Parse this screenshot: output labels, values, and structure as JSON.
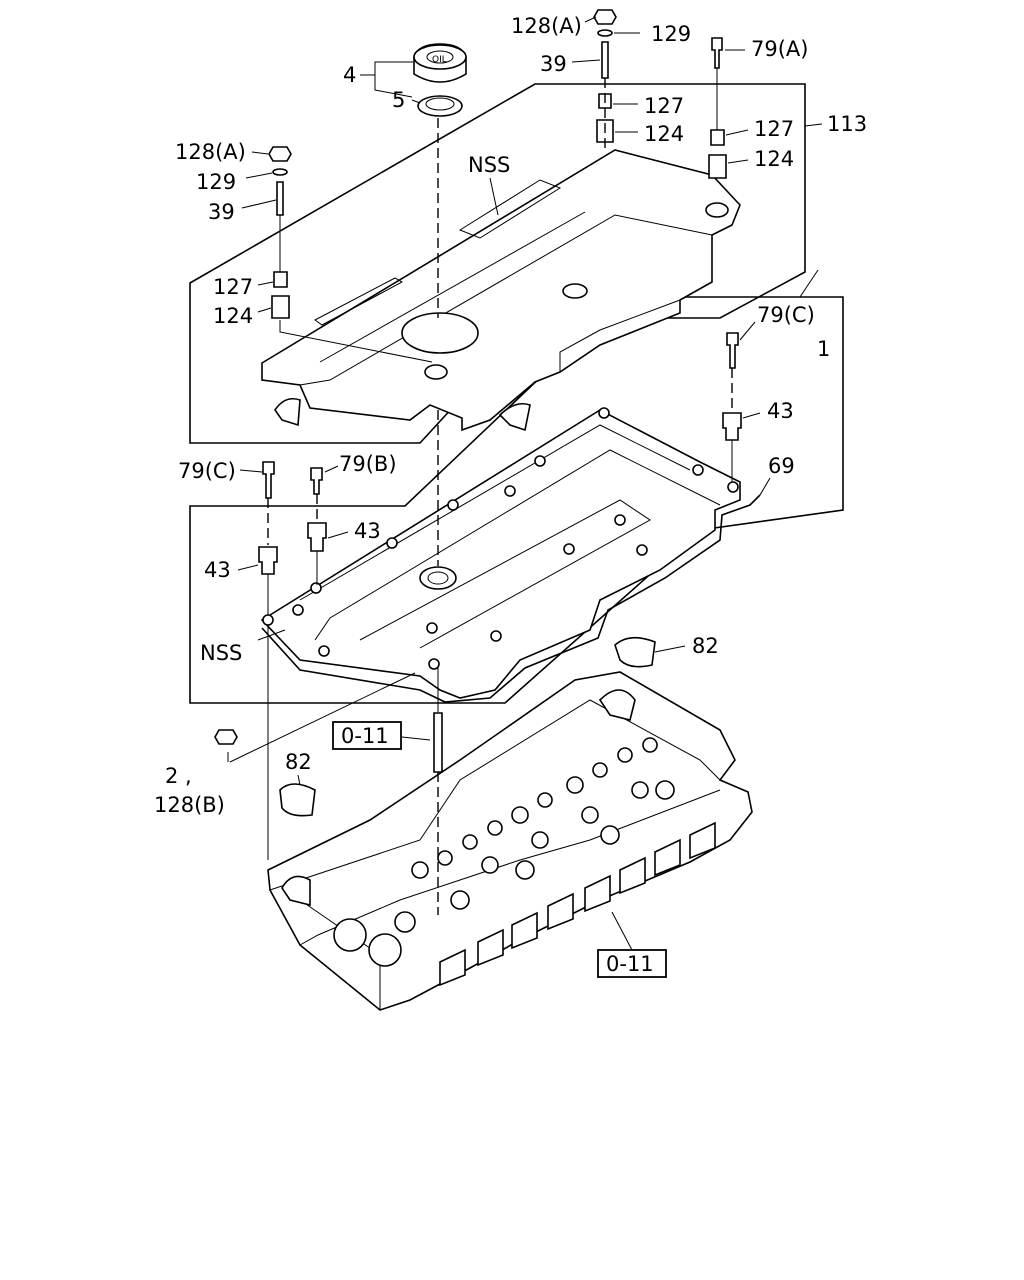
{
  "labels": {
    "p128a_top": "128(A)",
    "p129_top": "129",
    "p39_top": "39",
    "p79a": "79(A)",
    "p4": "4",
    "p5": "5",
    "p127_mid": "127",
    "p124_mid": "124",
    "p127_right": "127",
    "p113": "113",
    "p124_right": "124",
    "p128a_left": "128(A)",
    "p129_left": "129",
    "p39_left": "39",
    "p127_left": "127",
    "p124_left": "124",
    "nss_top": "NSS",
    "p79c_right": "79(C)",
    "p1": "1",
    "p43_right": "43",
    "p69": "69",
    "p79c_left": "79(C)",
    "p79b": "79(B)",
    "p43_mid": "43",
    "p43_left": "43",
    "nss_left": "NSS",
    "p82_right": "82",
    "p82_left": "82",
    "ref_upper": "0-11",
    "ref_lower": "0-11",
    "p2": "2 ,",
    "p128b": "128(B)"
  }
}
